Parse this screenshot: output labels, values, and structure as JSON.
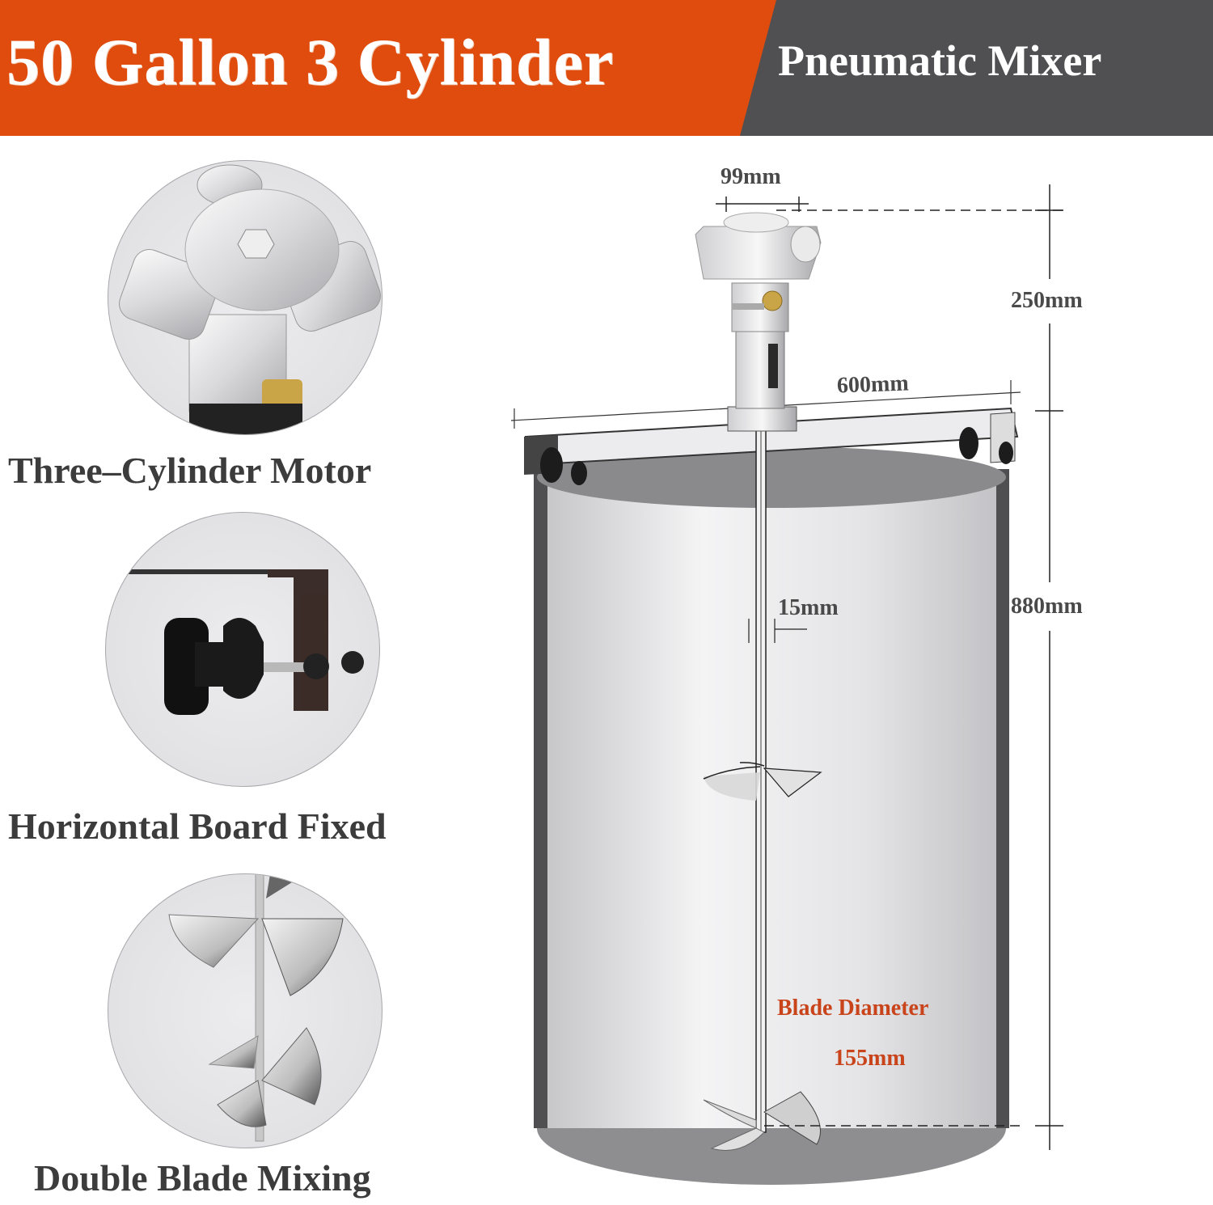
{
  "header": {
    "title": "50 Gallon 3 Cylinder",
    "subtitle": "Pneumatic Mixer",
    "colors": {
      "orange": "#df4c0e",
      "gray": "#505052"
    }
  },
  "features": [
    {
      "caption": "Three–Cylinder Motor",
      "icon": "three-cylinder-motor-photo"
    },
    {
      "caption": "Horizontal Board Fixed",
      "icon": "clamp-bracket-photo"
    },
    {
      "caption": "Double Blade Mixing",
      "icon": "double-blade-impeller-photo"
    }
  ],
  "diagram": {
    "motor_width": "99mm",
    "motor_height": "250mm",
    "board_length": "600mm",
    "shaft_diameter": "15mm",
    "shaft_length": "880mm",
    "blade_label": "Blade Diameter",
    "blade_value": "155mm",
    "accent_color": "#c9441a"
  }
}
